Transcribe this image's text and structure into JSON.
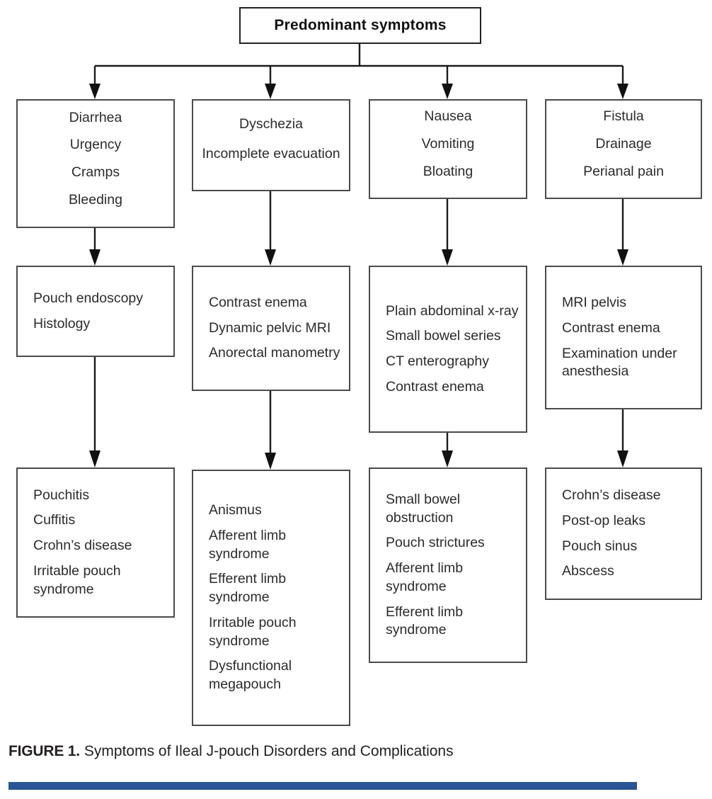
{
  "figure": {
    "caption_label": "FIGURE 1.",
    "caption_text": "Symptoms of Ileal J-pouch Disorders and Complications",
    "rule_color": "#2a5596"
  },
  "root": {
    "title": "Predominant symptoms"
  },
  "columns": [
    {
      "id": "column-diarrhea",
      "symptoms": {
        "id": "symptoms-diarrhea",
        "items": [
          "Diarrhea",
          "Urgency",
          "Cramps",
          "Bleeding"
        ]
      },
      "workup": {
        "id": "workup-diarrhea",
        "items": [
          "Pouch endoscopy",
          "Histology"
        ]
      },
      "diagnoses": {
        "id": "diagnoses-diarrhea",
        "items": [
          "Pouchitis",
          "Cuffitis",
          "Crohn’s disease",
          "Irritable pouch syndrome"
        ]
      }
    },
    {
      "id": "column-dyschezia",
      "symptoms": {
        "id": "symptoms-dyschezia",
        "items": [
          "Dyschezia",
          "Incomplete evacuation"
        ]
      },
      "workup": {
        "id": "workup-dyschezia",
        "items": [
          "Contrast enema",
          "Dynamic pelvic MRI",
          "Anorectal manometry"
        ]
      },
      "diagnoses": {
        "id": "diagnoses-dyschezia",
        "items": [
          "Anismus",
          "Afferent limb syndrome",
          "Efferent limb syndrome",
          "Irritable pouch syndrome",
          "Dysfunctional megapouch"
        ]
      }
    },
    {
      "id": "column-nausea",
      "symptoms": {
        "id": "symptoms-nausea",
        "items": [
          "Nausea",
          "Vomiting",
          "Bloating"
        ]
      },
      "workup": {
        "id": "workup-nausea",
        "items": [
          "Plain abdominal x-ray",
          "Small bowel series",
          "CT enterography",
          "Contrast enema"
        ]
      },
      "diagnoses": {
        "id": "diagnoses-nausea",
        "items": [
          "Small bowel obstruction",
          "Pouch strictures",
          "Afferent limb syndrome",
          "Efferent limb syndrome"
        ]
      }
    },
    {
      "id": "column-fistula",
      "symptoms": {
        "id": "symptoms-fistula",
        "items": [
          "Fistula",
          "Drainage",
          "Perianal pain"
        ]
      },
      "workup": {
        "id": "workup-fistula",
        "items": [
          "MRI pelvis",
          "Contrast enema",
          "Examination under anesthesia"
        ]
      },
      "diagnoses": {
        "id": "diagnoses-fistula",
        "items": [
          "Crohn’s disease",
          "Post-op leaks",
          "Pouch sinus",
          "Abscess"
        ]
      }
    }
  ]
}
